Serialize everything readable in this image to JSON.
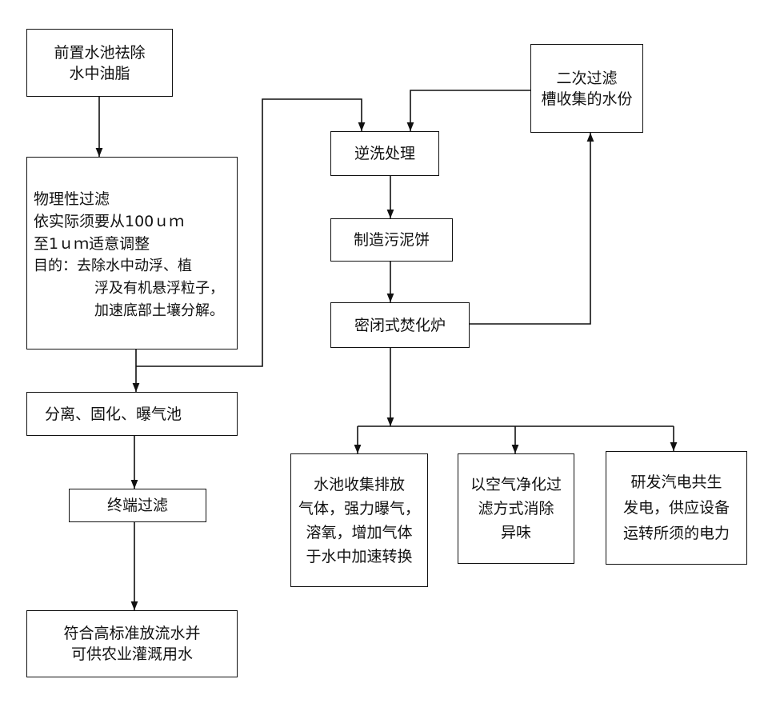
{
  "boxes": {
    "pretreatment": [
      "前置水池祛除",
      "水中油脂"
    ],
    "physical_filter": [
      "物理性过滤",
      "依实际须要从100ｕｍ",
      "至1ｕｍ适意调整",
      "目的：去除水中动浮、植",
      "浮及有机悬浮粒子，",
      "加速底部土壤分解。"
    ],
    "separation": "分离、固化、曝气池",
    "final_filter": "终端过滤",
    "discharge": [
      "符合高标准放流水并",
      "可供农业灌溉用水"
    ],
    "backwash": "逆洗处理",
    "sludge_cake": "制造污泥饼",
    "incinerator": "密闭式焚化炉",
    "secondary_water": [
      "二次过滤",
      "槽收集的水份"
    ],
    "gas_collection": [
      "水池收集排放",
      "气体，强力曝气，",
      "溶氧，增加气体",
      "于水中加速转换"
    ],
    "air_purify": [
      "以空气净化过",
      "滤方式消除",
      "异味"
    ],
    "power": [
      "研发汽电共生",
      "发电，供应设备",
      "运转所须的电力"
    ]
  }
}
